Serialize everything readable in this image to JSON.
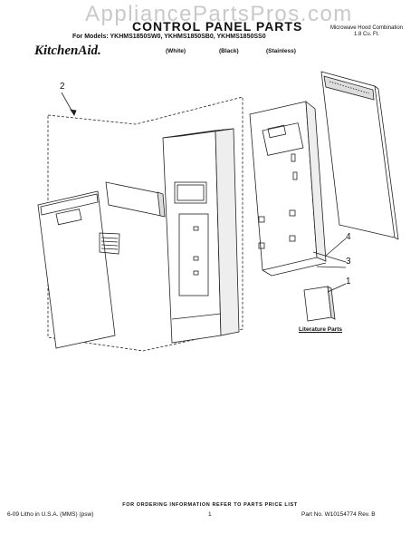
{
  "watermark": "AppliancePartsPros.com",
  "header": {
    "title": "CONTROL PANEL PARTS",
    "description_line1": "Microwave Hood Combination",
    "description_line2": "1.8 Cu. Ft.",
    "models_label": "For Models: YKHMS1850SW0, YKHMS1850SB0, YKHMS1850SS0",
    "color_white": "(White)",
    "color_black": "(Black)",
    "color_stainless": "(Stainless)",
    "brand": "KitchenAid."
  },
  "diagram": {
    "callout_2": "2",
    "callout_4": "4",
    "callout_3": "3",
    "callout_1": "1",
    "literature_label": "Literature Parts"
  },
  "footer": {
    "ordering_info": "FOR ORDERING INFORMATION REFER TO PARTS PRICE LIST",
    "litho": "6-09 Litho in U.S.A. (MMS) (psw)",
    "page_number": "1",
    "part_number": "Part No. W10154774 Rev. B"
  }
}
